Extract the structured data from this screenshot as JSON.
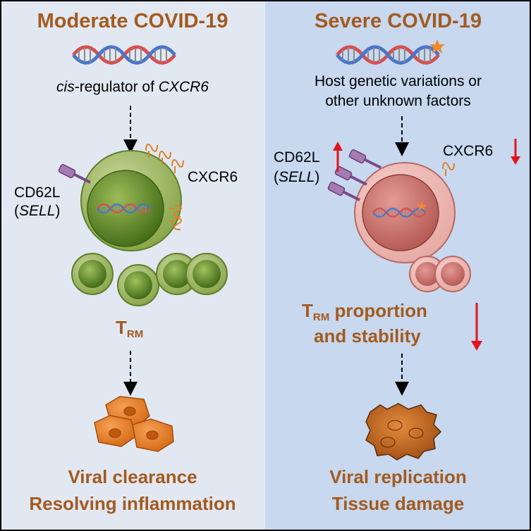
{
  "left": {
    "title": "Moderate COVID-19",
    "regulator_italic": "cis",
    "regulator_mid": "-regulator of ",
    "regulator_gene": "CXCR6",
    "receptor_label": "CXCR6",
    "cd62l_label": "CD62L",
    "sell_label": "SELL",
    "trm_main": "T",
    "trm_sub": "RM",
    "outcome_line1": "Viral clearance",
    "outcome_line2": "Resolving inflammation"
  },
  "right": {
    "title": "Severe COVID-19",
    "factors_line1": "Host genetic variations or",
    "factors_line2": "other unknown factors",
    "cd62l_label": "CD62L",
    "sell_label": "SELL",
    "receptor_label": "CXCR6",
    "trm_main": "T",
    "trm_sub": "RM",
    "trm_rest": " proportion",
    "trm_line2": "and stability",
    "outcome_line1": "Viral replication",
    "outcome_line2": "Tissue damage"
  },
  "colors": {
    "left_bg": "#e2e8f2",
    "right_bg": "#c7d8ef",
    "title_color": "#a35a1f",
    "healthy_cell": "#8cab4e",
    "exhausted_cell": "#c97a78",
    "arrow_red": "#e3141b",
    "tissue_orange": "#e87a25"
  },
  "icons": [
    "dna-icon",
    "star-icon",
    "receptor-icon",
    "cd62l-icon",
    "up-arrow-icon",
    "down-arrow-icon",
    "cell-cluster-icon",
    "damaged-tissue-icon"
  ]
}
